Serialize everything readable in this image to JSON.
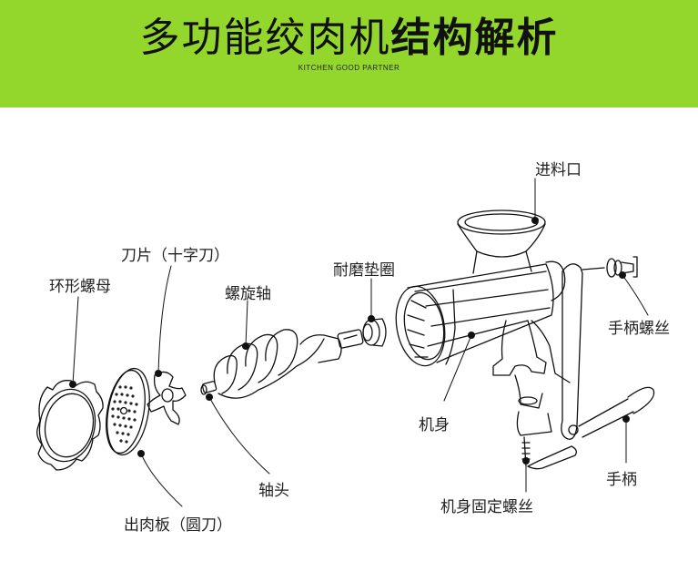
{
  "header": {
    "title_regular": "多功能绞肉机",
    "title_bold": "结构解析",
    "subtitle": "KITCHEN GOOD PARTNER",
    "background_color": "#93d72c"
  },
  "labels": {
    "feed_port": "进料口",
    "blade": "刀片（十字刀）",
    "ring_nut": "环形螺母",
    "screw_shaft": "螺旋轴",
    "wear_washer": "耐磨垫圈",
    "handle_screw": "手柄螺丝",
    "body": "机身",
    "shaft_head": "轴头",
    "handle": "手柄",
    "body_fixing_screw": "机身固定螺丝",
    "mincing_plate": "出肉板（圆刀）"
  }
}
